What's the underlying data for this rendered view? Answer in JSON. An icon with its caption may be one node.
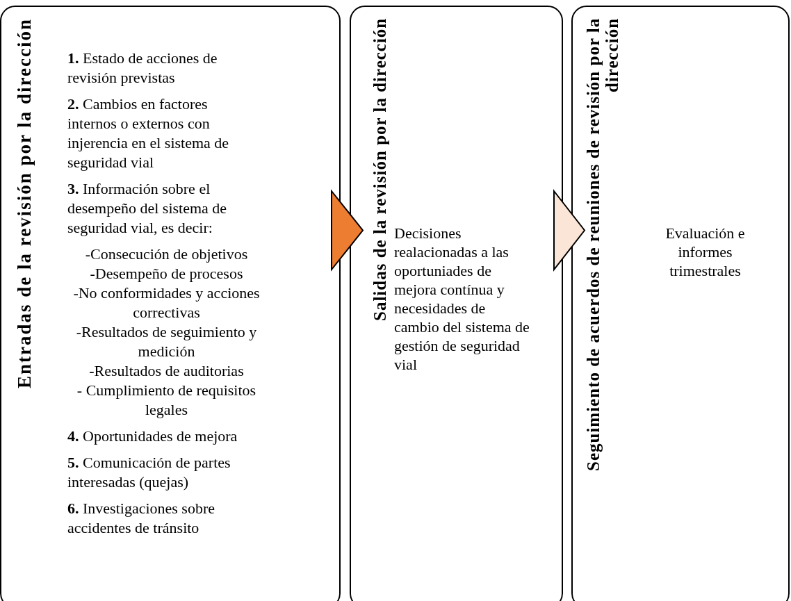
{
  "diagram": {
    "nodes": [
      {
        "text": [
          "Entradas de la revisión por la dirección",
          "**1.** Estado de acciones de revisión previstas",
          "**2.** Cambios en factores internos o externos con injerencia en el sistema de seguridad vial",
          "**3.** Información sobre el desempeño del sistema de seguridad vial, es decir:",
          "-Consecución de objetivos",
          "-Desempeño de procesos",
          "-No conformidades y acciones correctivas",
          "-Resultados de seguimiento y medición",
          "-Resultados de auditorias",
          "- Cumplimiento de requisitos legales",
          "**4.** Oportunidades de mejora",
          "**5.** Comunicación de partes interesadas (quejas)",
          "**6.** Investigaciones sobre accidentes de tránsito"
        ]
      },
      {
        "text": [
          "Salidas de la revisión por la dirección",
          "Decisiones realacionadas a las oportuniades de mejora contínua y necesidades de cambio del sistema de gestión de seguridad vial"
        ]
      },
      {
        "text": [
          "Seguimiento de acuerdos de reuniones de revisión por la dirección",
          "Evaluación e informes trimestrales"
        ]
      }
    ],
    "edges": [
      {
        "from": 0,
        "to": 1,
        "arrow": "to",
        "color": "#ed7d31"
      },
      {
        "from": 1,
        "to": 2,
        "arrow": "to",
        "color": "#fbe5d6"
      }
    ]
  }
}
